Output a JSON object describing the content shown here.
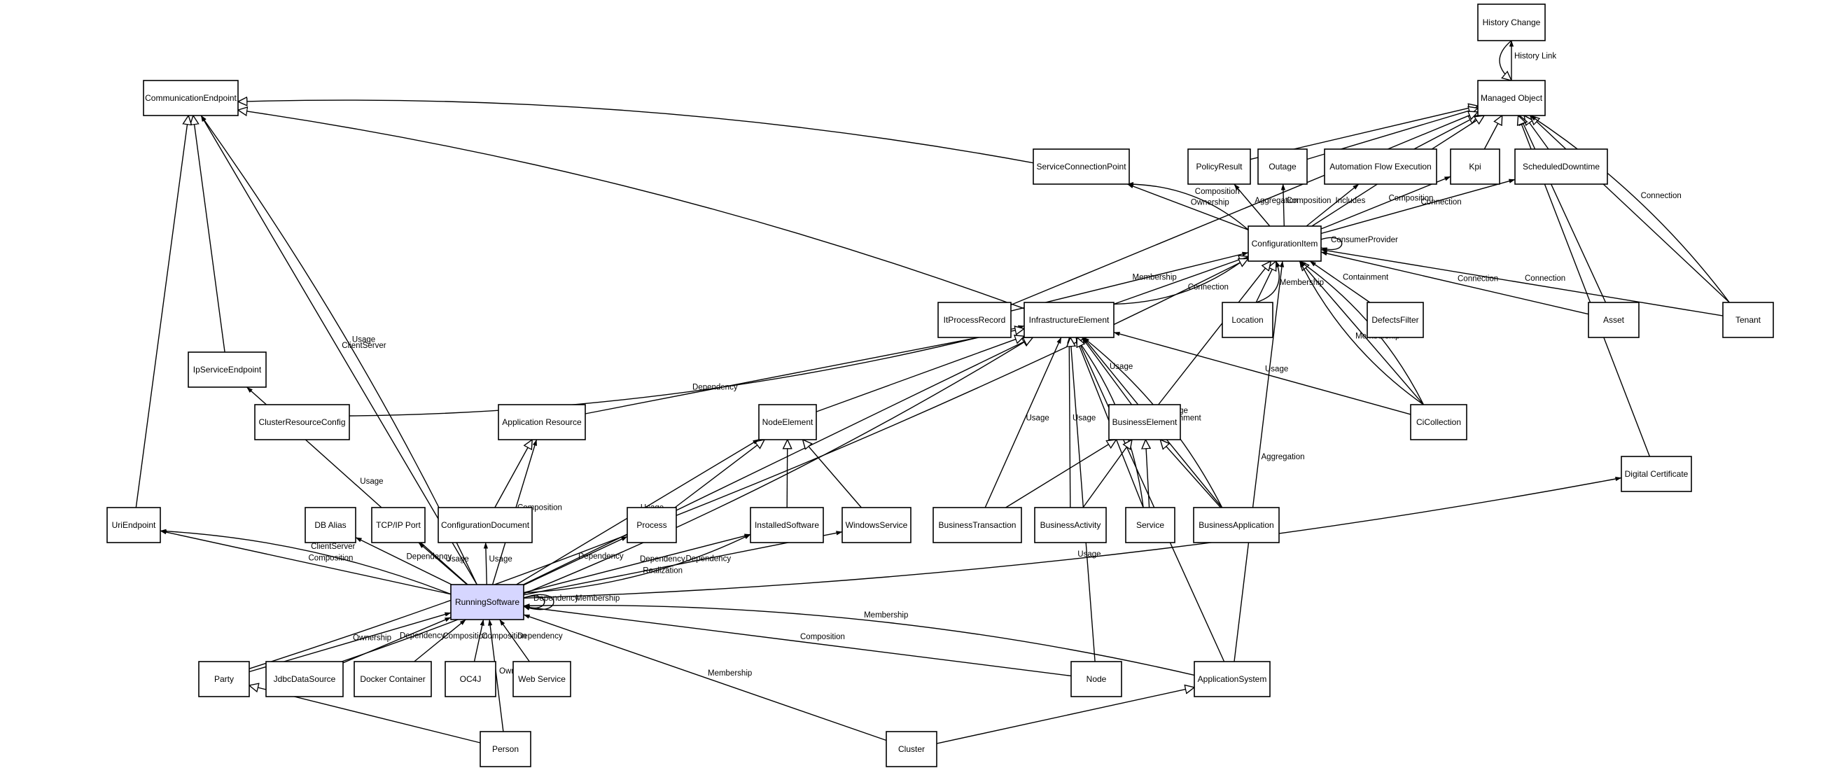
{
  "nodes": [
    {
      "id": "history_change",
      "label": "History Change"
    },
    {
      "id": "managed_object",
      "label": "Managed Object"
    },
    {
      "id": "communication_endpoint",
      "label": "CommunicationEndpoint"
    },
    {
      "id": "service_connection_point",
      "label": "ServiceConnectionPoint"
    },
    {
      "id": "policy_result",
      "label": "PolicyResult"
    },
    {
      "id": "outage",
      "label": "Outage"
    },
    {
      "id": "automation_flow_execution",
      "label": "Automation Flow Execution"
    },
    {
      "id": "kpi",
      "label": "Kpi"
    },
    {
      "id": "scheduled_downtime",
      "label": "ScheduledDowntime"
    },
    {
      "id": "configuration_item",
      "label": "ConfigurationItem"
    },
    {
      "id": "it_process_record",
      "label": "ItProcessRecord"
    },
    {
      "id": "infrastructure_element",
      "label": "InfrastructureElement"
    },
    {
      "id": "location",
      "label": "Location"
    },
    {
      "id": "defects_filter",
      "label": "DefectsFilter"
    },
    {
      "id": "asset",
      "label": "Asset"
    },
    {
      "id": "tenant",
      "label": "Tenant"
    },
    {
      "id": "ip_service_endpoint",
      "label": "IpServiceEndpoint"
    },
    {
      "id": "cluster_resource_config",
      "label": "ClusterResourceConfig"
    },
    {
      "id": "application_resource",
      "label": "Application Resource"
    },
    {
      "id": "node_element",
      "label": "NodeElement"
    },
    {
      "id": "business_element",
      "label": "BusinessElement"
    },
    {
      "id": "ci_collection",
      "label": "CiCollection"
    },
    {
      "id": "digital_certificate",
      "label": "Digital Certificate"
    },
    {
      "id": "uri_endpoint",
      "label": "UriEndpoint"
    },
    {
      "id": "db_alias",
      "label": "DB Alias"
    },
    {
      "id": "tcp_ip_port",
      "label": "TCP/IP Port"
    },
    {
      "id": "configuration_document",
      "label": "ConfigurationDocument"
    },
    {
      "id": "process",
      "label": "Process"
    },
    {
      "id": "installed_software",
      "label": "InstalledSoftware"
    },
    {
      "id": "windows_service",
      "label": "WindowsService"
    },
    {
      "id": "business_transaction",
      "label": "BusinessTransaction"
    },
    {
      "id": "business_activity",
      "label": "BusinessActivity"
    },
    {
      "id": "service",
      "label": "Service"
    },
    {
      "id": "business_application",
      "label": "BusinessApplication"
    },
    {
      "id": "running_software",
      "label": "RunningSoftware"
    },
    {
      "id": "party",
      "label": "Party"
    },
    {
      "id": "jdbc_data_source",
      "label": "JdbcDataSource"
    },
    {
      "id": "docker_container",
      "label": "Docker Container"
    },
    {
      "id": "oc4j",
      "label": "OC4J"
    },
    {
      "id": "web_service",
      "label": "Web Service"
    },
    {
      "id": "node",
      "label": "Node"
    },
    {
      "id": "application_system",
      "label": "ApplicationSystem"
    },
    {
      "id": "person",
      "label": "Person"
    },
    {
      "id": "cluster",
      "label": "Cluster"
    }
  ],
  "edges": [
    {
      "from": "managed_object",
      "to": "history_change",
      "label": "History Link",
      "arrow": "filled"
    },
    {
      "from": "history_change",
      "to": "managed_object",
      "label": "",
      "arrow": "hollow"
    },
    {
      "from": "policy_result",
      "to": "managed_object",
      "label": "",
      "arrow": "hollow"
    },
    {
      "from": "outage",
      "to": "managed_object",
      "label": "",
      "arrow": "hollow"
    },
    {
      "from": "automation_flow_execution",
      "to": "managed_object",
      "label": "",
      "arrow": "hollow"
    },
    {
      "from": "kpi",
      "to": "managed_object",
      "label": "",
      "arrow": "hollow"
    },
    {
      "from": "scheduled_downtime",
      "to": "managed_object",
      "label": "",
      "arrow": "hollow"
    },
    {
      "from": "configuration_item",
      "to": "managed_object",
      "label": "",
      "arrow": "hollow"
    },
    {
      "from": "it_process_record",
      "to": "managed_object",
      "label": "",
      "arrow": "hollow"
    },
    {
      "from": "asset",
      "to": "managed_object",
      "label": "",
      "arrow": "hollow"
    },
    {
      "from": "tenant",
      "to": "managed_object",
      "label": "",
      "arrow": "hollow"
    },
    {
      "from": "tenant",
      "to": "managed_object",
      "label": "Connection",
      "arrow": "filled"
    },
    {
      "from": "digital_certificate",
      "to": "managed_object",
      "label": "",
      "arrow": "hollow"
    },
    {
      "from": "service_connection_point",
      "to": "communication_endpoint",
      "label": "",
      "arrow": "hollow"
    },
    {
      "from": "infrastructure_element",
      "to": "communication_endpoint",
      "label": "",
      "arrow": "hollow"
    },
    {
      "from": "configuration_item",
      "to": "service_connection_point",
      "label": "Ownership",
      "arrow": "filled"
    },
    {
      "from": "configuration_item",
      "to": "service_connection_point",
      "label": "Composition",
      "arrow": "filled"
    },
    {
      "from": "configuration_item",
      "to": "policy_result",
      "label": "Aggregation",
      "arrow": "filled"
    },
    {
      "from": "configuration_item",
      "to": "outage",
      "label": "Composition",
      "arrow": "filled"
    },
    {
      "from": "configuration_item",
      "to": "automation_flow_execution",
      "label": "Includes",
      "arrow": "filled"
    },
    {
      "from": "configuration_item",
      "to": "kpi",
      "label": "Composition",
      "arrow": "filled"
    },
    {
      "from": "configuration_item",
      "to": "scheduled_downtime",
      "label": "Connection",
      "arrow": "filled"
    },
    {
      "from": "configuration_item",
      "to": "configuration_item",
      "label": "ConsumerProvider",
      "arrow": "filled"
    },
    {
      "from": "infrastructure_element",
      "to": "configuration_item",
      "label": "",
      "arrow": "hollow"
    },
    {
      "from": "infrastructure_element",
      "to": "configuration_item",
      "label": "Connection",
      "arrow": "filled"
    },
    {
      "from": "it_process_record",
      "to": "configuration_item",
      "label": "Membership",
      "arrow": "filled"
    },
    {
      "from": "location",
      "to": "configuration_item",
      "label": "",
      "arrow": "hollow"
    },
    {
      "from": "location",
      "to": "configuration_item",
      "label": "Membership",
      "arrow": "filled"
    },
    {
      "from": "defects_filter",
      "to": "configuration_item",
      "label": "Containment",
      "arrow": "filled"
    },
    {
      "from": "asset",
      "to": "configuration_item",
      "label": "Connection",
      "arrow": "filled"
    },
    {
      "from": "tenant",
      "to": "configuration_item",
      "label": "Connection",
      "arrow": "filled"
    },
    {
      "from": "ci_collection",
      "to": "configuration_item",
      "label": "",
      "arrow": "hollow"
    },
    {
      "from": "ci_collection",
      "to": "configuration_item",
      "label": "Containment",
      "arrow": "filled"
    },
    {
      "from": "ci_collection",
      "to": "configuration_item",
      "label": "Membership",
      "arrow": "filled"
    },
    {
      "from": "business_element",
      "to": "configuration_item",
      "label": "",
      "arrow": "hollow"
    },
    {
      "from": "party",
      "to": "configuration_item",
      "label": "",
      "arrow": "hollow"
    },
    {
      "from": "application_system",
      "to": "configuration_item",
      "label": "Aggregation",
      "arrow": "filled"
    },
    {
      "from": "ip_service_endpoint",
      "to": "communication_endpoint",
      "label": "",
      "arrow": "hollow"
    },
    {
      "from": "uri_endpoint",
      "to": "communication_endpoint",
      "label": "",
      "arrow": "hollow"
    },
    {
      "from": "running_software",
      "to": "communication_endpoint",
      "label": "ClientServer",
      "arrow": "filled"
    },
    {
      "from": "running_software",
      "to": "communication_endpoint",
      "label": "Usage",
      "arrow": "filled"
    },
    {
      "from": "cluster_resource_config",
      "to": "infrastructure_element",
      "label": "Dependency",
      "arrow": "filled"
    },
    {
      "from": "application_resource",
      "to": "infrastructure_element",
      "label": "",
      "arrow": "hollow"
    },
    {
      "from": "node_element",
      "to": "infrastructure_element",
      "label": "",
      "arrow": "hollow"
    },
    {
      "from": "business_element",
      "to": "infrastructure_element",
      "label": "Usage",
      "arrow": "filled"
    },
    {
      "from": "business_transaction",
      "to": "infrastructure_element",
      "label": "Usage",
      "arrow": "filled"
    },
    {
      "from": "business_activity",
      "to": "infrastructure_element",
      "label": "Usage",
      "arrow": "filled"
    },
    {
      "from": "service",
      "to": "infrastructure_element",
      "label": "Containment",
      "arrow": "filled"
    },
    {
      "from": "service",
      "to": "infrastructure_element",
      "label": "Usage",
      "arrow": "filled"
    },
    {
      "from": "business_application",
      "to": "infrastructure_element",
      "label": "Containment",
      "arrow": "filled"
    },
    {
      "from": "business_application",
      "to": "infrastructure_element",
      "label": "Usage",
      "arrow": "filled"
    },
    {
      "from": "ci_collection",
      "to": "infrastructure_element",
      "label": "Usage",
      "arrow": "filled"
    },
    {
      "from": "node",
      "to": "infrastructure_element",
      "label": "",
      "arrow": "hollow"
    },
    {
      "from": "application_system",
      "to": "infrastructure_element",
      "label": "",
      "arrow": "hollow"
    },
    {
      "from": "jdbc_data_source",
      "to": "infrastructure_element",
      "label": "",
      "arrow": "hollow"
    },
    {
      "from": "running_software",
      "to": "infrastructure_element",
      "label": "",
      "arrow": "hollow"
    },
    {
      "from": "configuration_document",
      "to": "application_resource",
      "label": "",
      "arrow": "hollow"
    },
    {
      "from": "running_software",
      "to": "application_resource",
      "label": "Composition",
      "arrow": "filled"
    },
    {
      "from": "process",
      "to": "node_element",
      "label": "",
      "arrow": "hollow"
    },
    {
      "from": "installed_software",
      "to": "node_element",
      "label": "",
      "arrow": "hollow"
    },
    {
      "from": "windows_service",
      "to": "node_element",
      "label": "",
      "arrow": "hollow"
    },
    {
      "from": "running_software",
      "to": "node_element",
      "label": "Usage",
      "arrow": "filled"
    },
    {
      "from": "business_transaction",
      "to": "business_element",
      "label": "",
      "arrow": "hollow"
    },
    {
      "from": "business_activity",
      "to": "business_element",
      "label": "",
      "arrow": "hollow"
    },
    {
      "from": "service",
      "to": "business_element",
      "label": "",
      "arrow": "hollow"
    },
    {
      "from": "business_application",
      "to": "business_element",
      "label": "",
      "arrow": "hollow"
    },
    {
      "from": "running_software",
      "to": "uri_endpoint",
      "label": "Composition",
      "arrow": "filled"
    },
    {
      "from": "running_software",
      "to": "uri_endpoint",
      "label": "ClientServer",
      "arrow": "filled"
    },
    {
      "from": "running_software",
      "to": "ip_service_endpoint",
      "label": "Usage",
      "arrow": "filled"
    },
    {
      "from": "running_software",
      "to": "db_alias",
      "label": "Dependency",
      "arrow": "filled"
    },
    {
      "from": "running_software",
      "to": "tcp_ip_port",
      "label": "Usage",
      "arrow": "filled"
    },
    {
      "from": "running_software",
      "to": "configuration_document",
      "label": "Usage",
      "arrow": "filled"
    },
    {
      "from": "running_software",
      "to": "process",
      "label": "Dependency",
      "arrow": "filled"
    },
    {
      "from": "running_software",
      "to": "installed_software",
      "label": "Dependency",
      "arrow": "filled"
    },
    {
      "from": "running_software",
      "to": "installed_software",
      "label": "Realization",
      "arrow": "filled"
    },
    {
      "from": "running_software",
      "to": "windows_service",
      "label": "Dependency",
      "arrow": "filled"
    },
    {
      "from": "running_software",
      "to": "digital_certificate",
      "label": "Usage",
      "arrow": "filled"
    },
    {
      "from": "running_software",
      "to": "running_software",
      "label": "Dependency",
      "arrow": "filled"
    },
    {
      "from": "running_software",
      "to": "running_software",
      "label": "Membership",
      "arrow": "filled"
    },
    {
      "from": "party",
      "to": "running_software",
      "label": "Ownership",
      "arrow": "filled"
    },
    {
      "from": "jdbc_data_source",
      "to": "running_software",
      "label": "Dependency",
      "arrow": "filled"
    },
    {
      "from": "docker_container",
      "to": "running_software",
      "label": "Composition",
      "arrow": "filled"
    },
    {
      "from": "oc4j",
      "to": "running_software",
      "label": "Composition",
      "arrow": "filled"
    },
    {
      "from": "web_service",
      "to": "running_software",
      "label": "Dependency",
      "arrow": "filled"
    },
    {
      "from": "person",
      "to": "running_software",
      "label": "Ownership",
      "arrow": "filled"
    },
    {
      "from": "node",
      "to": "running_software",
      "label": "Composition",
      "arrow": "filled"
    },
    {
      "from": "application_system",
      "to": "running_software",
      "label": "Membership",
      "arrow": "filled"
    },
    {
      "from": "cluster",
      "to": "running_software",
      "label": "Membership",
      "arrow": "filled"
    },
    {
      "from": "person",
      "to": "party",
      "label": "",
      "arrow": "hollow"
    },
    {
      "from": "cluster",
      "to": "application_system",
      "label": "",
      "arrow": "hollow"
    }
  ]
}
